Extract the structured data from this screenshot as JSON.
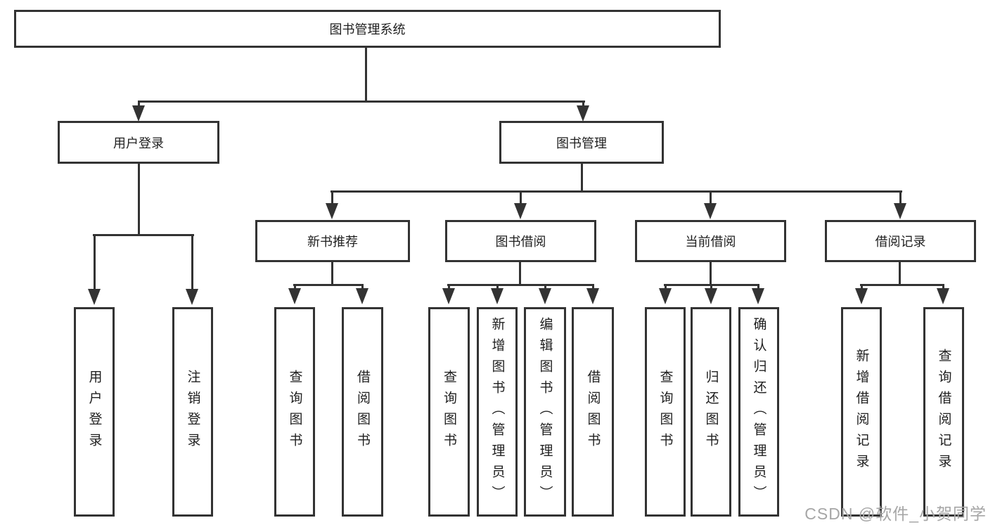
{
  "diagram": {
    "type": "hierarchy-tree",
    "root": {
      "label": "图书管理系统",
      "children": [
        {
          "label": "用户登录",
          "children": [
            {
              "label": "用户登录"
            },
            {
              "label": "注销登录"
            }
          ]
        },
        {
          "label": "图书管理",
          "children": [
            {
              "label": "新书推荐",
              "children": [
                {
                  "label": "查询图书"
                },
                {
                  "label": "借阅图书"
                }
              ]
            },
            {
              "label": "图书借阅",
              "children": [
                {
                  "label": "查询图书"
                },
                {
                  "label": "新增图书（管理员）"
                },
                {
                  "label": "编辑图书（管理员）"
                },
                {
                  "label": "借阅图书"
                }
              ]
            },
            {
              "label": "当前借阅",
              "children": [
                {
                  "label": "查询图书"
                },
                {
                  "label": "归还图书"
                },
                {
                  "label": "确认归还（管理员）"
                }
              ]
            },
            {
              "label": "借阅记录",
              "children": [
                {
                  "label": "新增借阅记录"
                },
                {
                  "label": "查询借阅记录"
                }
              ]
            }
          ]
        }
      ]
    }
  },
  "watermark": "CSDN @软件_小贺同学",
  "colors": {
    "line": "#333333",
    "text": "#1f1f1f",
    "watermark": "#a6a6a6",
    "background": "#ffffff"
  }
}
